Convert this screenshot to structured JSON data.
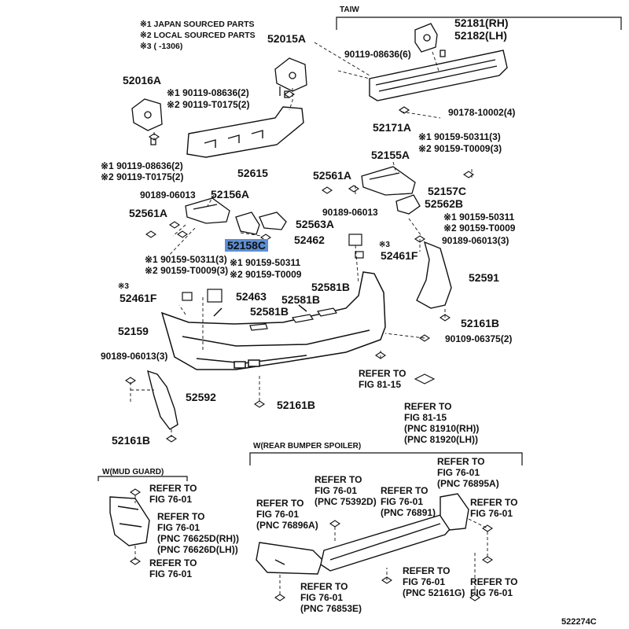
{
  "legend": {
    "l1": "※1 JAPAN SOURCED PARTS",
    "l2": "※2 LOCAL SOURCED PARTS",
    "l3": "※3 (       -1306)"
  },
  "sections": {
    "taiw": "TAIW",
    "rear_spoiler": "W(REAR BUMPER SPOILER)",
    "mud_guard": "W(MUD GUARD)"
  },
  "parts": {
    "p52015A": "52015A",
    "p52016A": "52016A",
    "p52181": "52181(RH)",
    "p52182": "52182(LH)",
    "p90119_08636_6": "90119-08636(6)",
    "p90178": "90178-10002(4)",
    "p52171A": "52171A",
    "p90119_08636_2a_1": "※1 90119-08636(2)",
    "p90119_T0175_2a_2": "※2 90119-T0175(2)",
    "p90119_08636_2b_1": "※1 90119-08636(2)",
    "p90119_T0175_2b_2": "※2 90119-T0175(2)",
    "p52615": "52615",
    "p90159_50311_3r_1": "※1 90159-50311(3)",
    "p90159_T0009_3r_2": "※2 90159-T0009(3)",
    "p52155A": "52155A",
    "p52561A_r": "52561A",
    "p52157C": "52157C",
    "p90189_06013_r": "90189-06013",
    "p52562B": "52562B",
    "p90159_50311_rr_1": "※1 90159-50311",
    "p90159_T0009_rr_2": "※2 90159-T0009",
    "p90189_06013_3r": "90189-06013(3)",
    "p90189_06013_l": "90189-06013",
    "p52156A": "52156A",
    "p52561A_l": "52561A",
    "p52563A": "52563A",
    "p52158C": "52158C",
    "p52462": "52462",
    "p52461F_r_note": "※3",
    "p52461F_r": "52461F",
    "p90159_50311_3l_1": "※1 90159-50311(3)",
    "p90159_T0009_3l_2": "※2 90159-T0009(3)",
    "p90159_50311_c_1": "※1 90159-50311",
    "p90159_T0009_c_2": "※2 90159-T0009",
    "p52591": "52591",
    "p52461F_l_note": "※3",
    "p52461F_l": "52461F",
    "p52463": "52463",
    "p52581B_a": "52581B",
    "p52581B_b": "52581B",
    "p52581B_c": "52581B",
    "p52161B_a": "52161B",
    "p52159": "52159",
    "p90109_06375": "90109-06375(2)",
    "p90189_06013_3l": "90189-06013(3)",
    "p52592": "52592",
    "p52161B_b": "52161B",
    "p52161B_c": "52161B",
    "catalog_no": "522274C"
  },
  "refers": {
    "r1": [
      "REFER TO",
      "FIG 81-15"
    ],
    "r2": [
      "REFER TO",
      "FIG 81-15",
      "(PNC 81910(RH))",
      "(PNC 81920(LH))"
    ],
    "mud1": [
      "REFER TO",
      "FIG 76-01"
    ],
    "mud2": [
      "REFER TO",
      "FIG 76-01",
      "(PNC 76625D(RH))",
      "(PNC 76626D(LH))"
    ],
    "mud3": [
      "REFER TO",
      "FIG 76-01"
    ],
    "sp1": [
      "REFER TO",
      "FIG 76-01",
      "(PNC 76895A)"
    ],
    "sp2": [
      "REFER TO",
      "FIG 76-01",
      "(PNC 75392D)"
    ],
    "sp3": [
      "REFER TO",
      "FIG 76-01",
      "(PNC 76891)"
    ],
    "sp4": [
      "REFER TO",
      "FIG 76-01",
      "(PNC 76896A)"
    ],
    "sp5": [
      "REFER TO",
      "FIG 76-01"
    ],
    "sp6": [
      "REFER TO",
      "FIG 76-01",
      "(PNC 52161G)"
    ],
    "sp7": [
      "REFER TO",
      "FIG 76-01"
    ],
    "sp8": [
      "REFER TO",
      "FIG 76-01",
      "(PNC 76853E)"
    ]
  }
}
